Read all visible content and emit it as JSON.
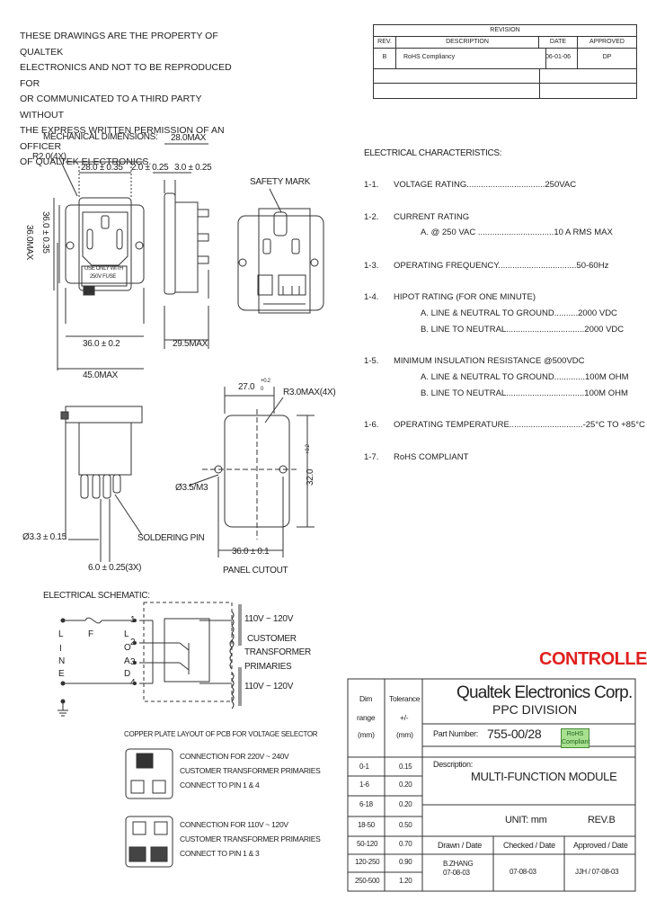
{
  "notice": {
    "lines": [
      "THESE DRAWINGS ARE THE PROPERTY OF QUALTEK",
      "ELECTRONICS AND NOT TO BE REPRODUCED FOR",
      "OR COMMUNICATED TO A THIRD PARTY WITHOUT",
      "THE EXPRESS WRITTEN PERMISSION OF AN OFFICER",
      "OF QUALTEK ELECTRONICS."
    ]
  },
  "revision": {
    "title": "REVISION",
    "headers": [
      "REV.",
      "DESCRIPTION",
      "DATE",
      "APPROVED"
    ],
    "rows": [
      [
        "B",
        "RoHS Compliancy",
        "06-01-06",
        "DP"
      ]
    ]
  },
  "mechanical": {
    "title": "MECHANICAL DIMENSIONS:",
    "radius": "R2.0(4X)",
    "width_inner": "28.0 ± 0.35",
    "dim_2": "2.0 ± 0.25",
    "dim_3": "3.0 ± 0.25",
    "max_28": "28.0MAX",
    "height_vertical": "36.0MAX",
    "height_inner": "36.0 ± 0.35",
    "fuse_text_1": "USE ONLY WITH",
    "fuse_text_2": "250V FUSE",
    "bottom_width": "36.0 ± 0.2",
    "side_max": "29.5MAX",
    "overall_max": "45.0MAX",
    "safety_mark": "SAFETY MARK",
    "pin_dia": "Ø3.3 ± 0.15",
    "soldering_pin": "SOLDERING PIN",
    "pin_pitch": "6.0 ± 0.25(3X)"
  },
  "panel": {
    "width": "27.0",
    "width_tol_top": "+0.2",
    "width_tol_bot": "0",
    "radius": "R3.0MAX(4X)",
    "hole": "Ø3.5/M3",
    "height": "32.0",
    "height_tol": "+0.2",
    "hole_spacing": "36.0 ± 0.1",
    "label": "PANEL CUTOUT"
  },
  "electrical": {
    "title": "ELECTRICAL CHARACTERISTICS:",
    "specs": [
      {
        "num": "1-1.",
        "text": "VOLTAGE RATING.................................250VAC"
      },
      {
        "num": "1-2.",
        "text": "CURRENT RATING"
      },
      {
        "num": "",
        "text": "A. @ 250 VAC ................................10 A RMS MAX"
      },
      {
        "num": "1-3.",
        "text": "OPERATING FREQUENCY.................................50-60Hz"
      },
      {
        "num": "1-4.",
        "text": "HIPOT RATING (FOR ONE MINUTE)"
      },
      {
        "num": "",
        "text": "A. LINE & NEUTRAL TO GROUND..........2000 VDC"
      },
      {
        "num": "",
        "text": "B. LINE TO NEUTRAL.................................2000 VDC"
      },
      {
        "num": "1-5.",
        "text": "MINIMUM INSULATION RESISTANCE @500VDC"
      },
      {
        "num": "",
        "text": "A. LINE & NEUTRAL TO GROUND.............100M OHM"
      },
      {
        "num": "",
        "text": "B. LINE TO NEUTRAL.................................100M OHM"
      },
      {
        "num": "1-6.",
        "text": "OPERATING TEMPERATURE...............................-25°C TO +85°C"
      },
      {
        "num": "1-7.",
        "text": "RoHS COMPLIANT"
      }
    ]
  },
  "schematic": {
    "title": "ELECTRICAL SCHEMATIC:",
    "line_load": [
      "L",
      "I",
      "N",
      "E"
    ],
    "load": [
      "L",
      "O",
      "A",
      "D"
    ],
    "fuse": "F",
    "pins": [
      "1",
      "2",
      "3",
      "4"
    ],
    "v_top": "110V ~ 120V",
    "v_bottom": "110V ~ 120V",
    "customer_1": "CUSTOMER",
    "customer_2": "TRANSFORMER",
    "customer_3": "PRIMARIES"
  },
  "copper": {
    "title": "COPPER PLATE LAYOUT OF PCB FOR VOLTAGE SELECTOR",
    "conn_220_1": "CONNECTION FOR 220V ~ 240V",
    "conn_220_2": "CUSTOMER TRANSFORMER PRIMARIES",
    "conn_220_3": "CONNECT TO PIN 1 & 4",
    "conn_110_1": "CONNECTION FOR 110V ~ 120V",
    "conn_110_2": "CUSTOMER TRANSFORMER PRIMARIES",
    "conn_110_3": "CONNECT TO PIN 1 & 3"
  },
  "titleblock": {
    "controlled": "CONTROLLED",
    "company": "Qualtek Electronics Corp.",
    "division": "PPC DIVISION",
    "dim_header": [
      "Dim",
      "range",
      "(mm)"
    ],
    "tol_header": [
      "Tolerance",
      "+/-",
      "(mm)"
    ],
    "ranges": [
      [
        "0-1",
        "0.15"
      ],
      [
        "1-6",
        "0.20"
      ],
      [
        "6-18",
        "0.20"
      ],
      [
        "18-50",
        "0.50"
      ],
      [
        "50-120",
        "0.70"
      ],
      [
        "120-250",
        "0.90"
      ],
      [
        "250-500",
        "1.20"
      ]
    ],
    "part_number_label": "Part Number:",
    "part_number": "755-00/28",
    "rohs_1": "RoHS",
    "rohs_2": "Compliant",
    "description_label": "Description:",
    "description": "MULTI-FUNCTION MODULE",
    "unit": "UNIT: mm",
    "rev": "REV.B",
    "drawn_label": "Drawn / Date",
    "checked_label": "Checked / Date",
    "approved_label": "Approved / Date",
    "drawn_1": "B.ZHANG",
    "drawn_2": "07-08-03",
    "checked": "07-08-03",
    "approved": "JJH / 07-08-03"
  }
}
